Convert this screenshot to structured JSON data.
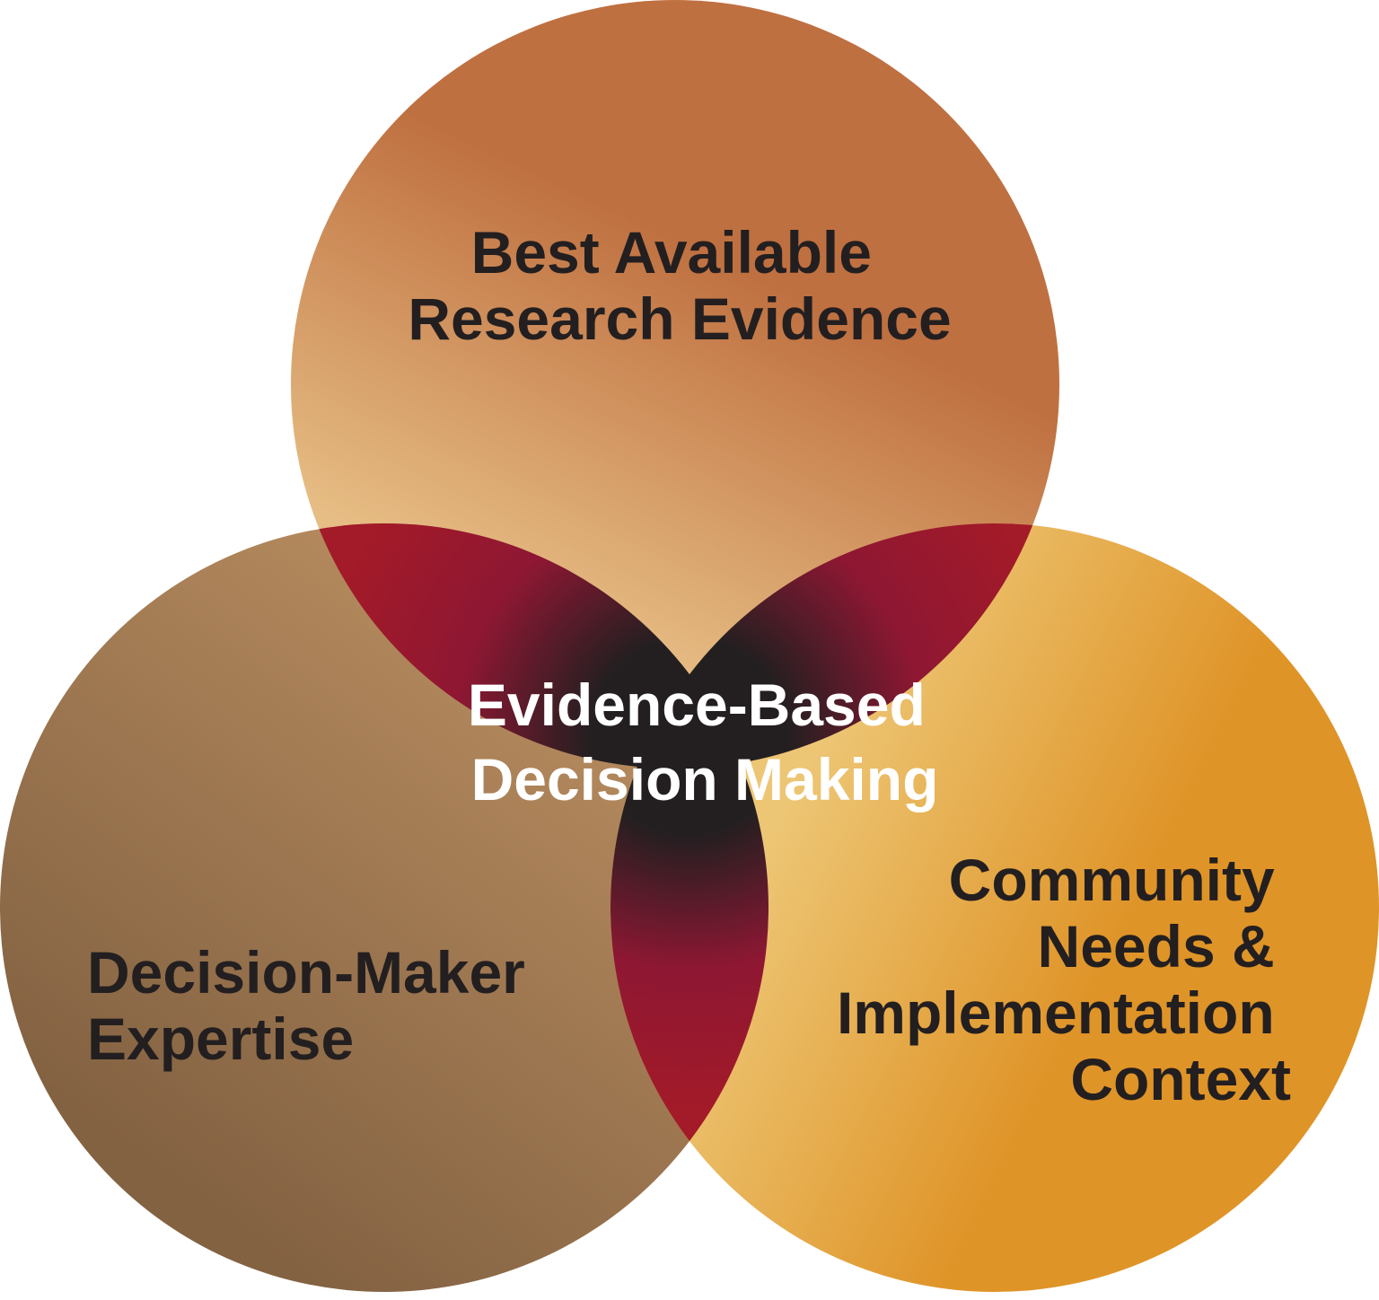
{
  "diagram": {
    "type": "venn-3",
    "circles": [
      {
        "id": "research",
        "lines": [
          "Best Available",
          "Research Evidence"
        ],
        "colors": {
          "dark": "#bf7040",
          "light": "#e6bd84"
        }
      },
      {
        "id": "expertise",
        "lines": [
          "Decision-Maker",
          "Expertise"
        ],
        "colors": {
          "dark": "#836242",
          "light": "#b98d60"
        }
      },
      {
        "id": "community",
        "lines": [
          "Community",
          "Needs &",
          "Implementation",
          "Context"
        ],
        "colors": {
          "dark": "#df9428",
          "light": "#edc675"
        }
      }
    ],
    "center": {
      "lines": [
        "Evidence-Based",
        "Decision Making"
      ],
      "colors": {
        "outer": "#a31a28",
        "mid": "#8e1733",
        "core": "#231f20"
      }
    }
  }
}
